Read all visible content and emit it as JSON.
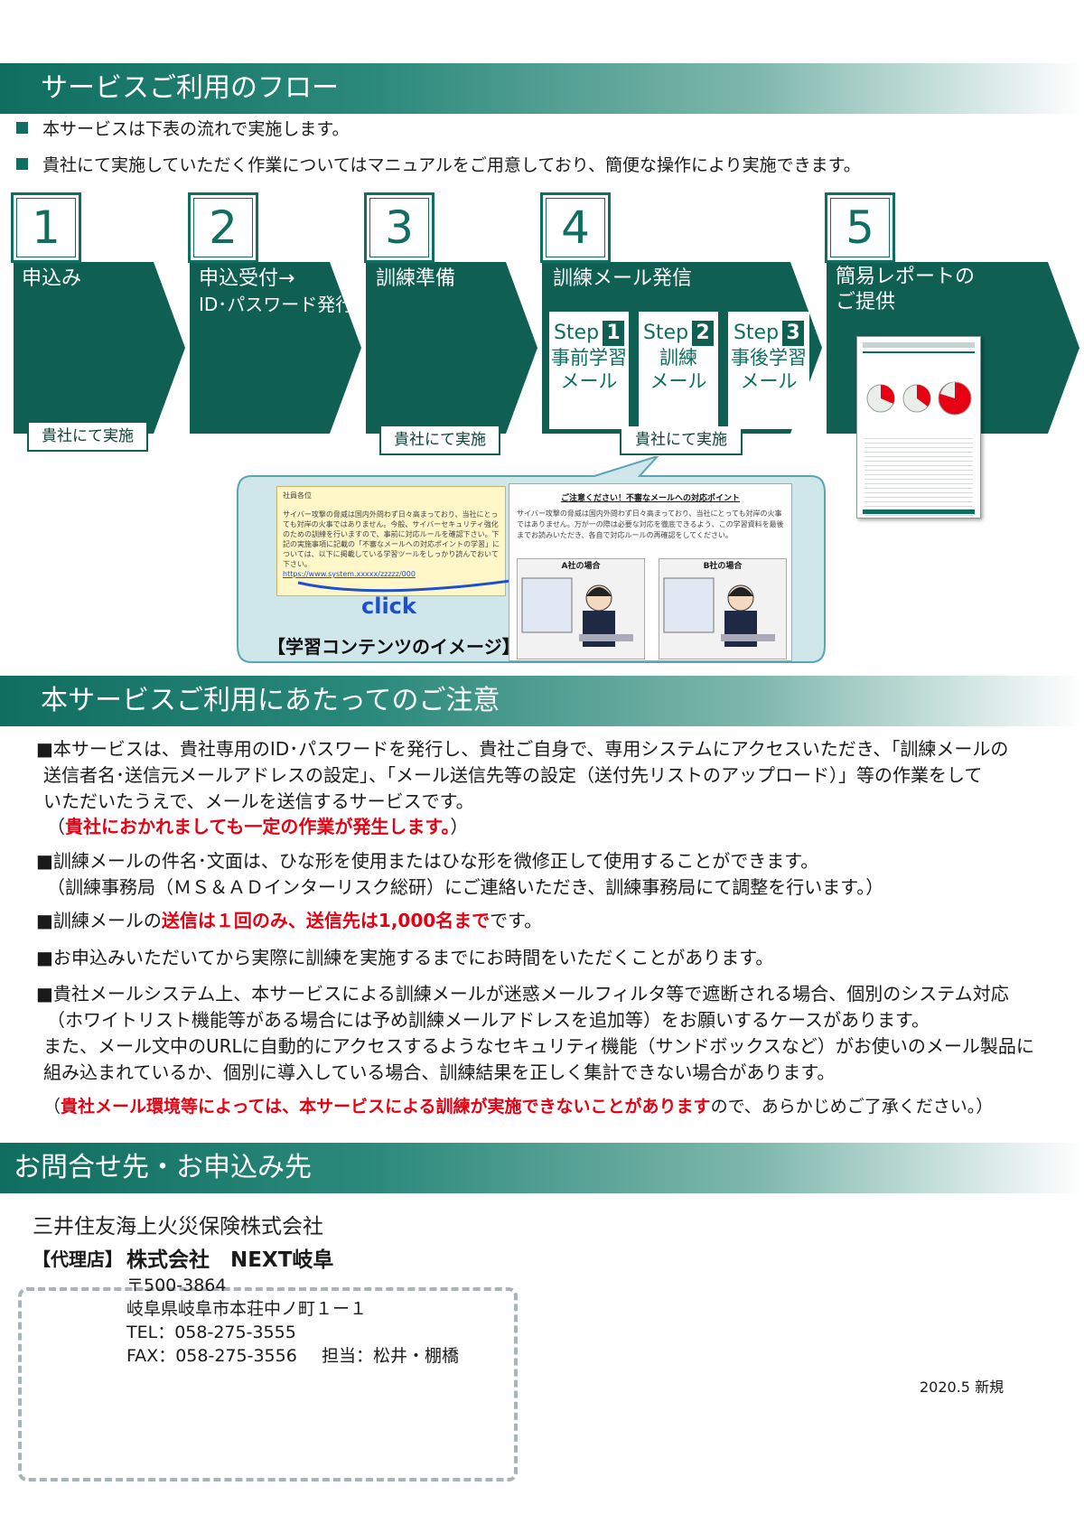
{
  "flow": {
    "title": "サービスご利用のフロー",
    "bullets": [
      "本サービスは下表の流れで実施します。",
      "貴社にて実施していただく作業についてはマニュアルをご用意しており、簡便な操作により実施できます。"
    ],
    "steps": [
      {
        "num": "1",
        "label1": "申込み",
        "label2": "",
        "tag": "貴社にて実施"
      },
      {
        "num": "2",
        "label1": "申込受付→",
        "label2": "ID･パスワード発行",
        "tag": ""
      },
      {
        "num": "3",
        "label1": "訓練準備",
        "label2": "",
        "tag": "貴社にて実施"
      },
      {
        "num": "4",
        "label1": "訓練メール発信",
        "label2": "",
        "tag": "貴社にて実施"
      },
      {
        "num": "5",
        "label1": "簡易レポートの",
        "label2": "ご提供",
        "tag": ""
      }
    ],
    "substeps": [
      {
        "step": "Step",
        "n": "1",
        "l1": "事前学習",
        "l2": "メール"
      },
      {
        "step": "Step",
        "n": "2",
        "l1": "訓練",
        "l2": "メール"
      },
      {
        "step": "Step",
        "n": "3",
        "l1": "事後学習",
        "l2": "メール"
      }
    ],
    "learning": {
      "mail_head": "社員各位",
      "mail_body": "サイバー攻撃の脅威は国内外問わず日々高まっており、当社にとっても対岸の火事ではありません。今般、サイバーセキュリティ強化のための訓練を行いますので、事前に対応ルールを確認下さい。下記の実施事項に記載の「不審なメールへの対応ポイントの学習」については、以下に掲載している学習ツールをしっかり読んでおいて下さい。",
      "mail_link": "https://www.system.xxxxx/zzzzz/000",
      "click": "click",
      "caption": "【学習コンテンツのイメージ】",
      "page_title": "ご注意ください！不審なメールへの対応ポイント",
      "page_body": "サイバー攻撃の脅威は国内外問わず日々高まっており、当社にとっても対岸の火事ではありません。万が一の際は必要な対応を徹底できるよう、この学習資料を最後までお読みいただき、各自で対応ルールの再確認をしてください。",
      "case_a": "A社の場合",
      "case_b": "B社の場合"
    }
  },
  "notes": {
    "title": "本サービスご利用にあたってのご注意",
    "p1": [
      "■本サービスは、貴社専用のID･パスワードを発行し、貴社ご自身で、専用システムにアクセスいただき、「訓練メールの",
      "送信者名･送信元メールアドレスの設定」、「メール送信先等の設定（送付先リストのアップロード）」等の作業をして",
      "いただいたうえで、メールを送信するサービスです。"
    ],
    "p1_red": "貴社におかれましても一定の作業が発生します。",
    "p2": [
      "■訓練メールの件名･文面は、ひな形を使用またはひな形を微修正して使用することができます。",
      "（訓練事務局（ＭＳ＆ＡＤインターリスク総研）にご連絡いただき、訓練事務局にて調整を行います。）"
    ],
    "p3_a": "■訓練メールの",
    "p3_red": "送信は１回のみ、送信先は1,000名まで",
    "p3_b": "です。",
    "p4": "■お申込みいただいてから実際に訓練を実施するまでにお時間をいただくことがあります。",
    "p5": [
      "■貴社メールシステム上、本サービスによる訓練メールが迷惑メールフィルタ等で遮断される場合、個別のシステム対応",
      "（ホワイトリスト機能等がある場合には予め訓練メールアドレスを追加等）をお願いするケースがあります。",
      "また、メール文中のURLに自動的にアクセスするようなセキュリティ機能（サンドボックスなど）がお使いのメール製品に",
      "組み込まれているか、個別に導入している場合、訓練結果を正しく集計できない場合があります。"
    ],
    "p6_red": "貴社メール環境等によっては、本サービスによる訓練が実施できないことがあります",
    "p6_b": "ので、あらかじめご了承ください。）"
  },
  "contact": {
    "title": "お問合せ先・お申込み先",
    "company": "三井住友海上火災保険株式会社",
    "agency_label": "【代理店】",
    "agency_name": "株式会社　NEXT岐阜",
    "zip": "〒500-3864",
    "address": "岐阜県岐阜市本荘中ノ町１ー１",
    "tel": "TEL：058-275-3555",
    "fax": "FAX：058-275-3556",
    "staff": "担当：松井・棚橋"
  },
  "footer": {
    "date": "2020.5 新規"
  }
}
